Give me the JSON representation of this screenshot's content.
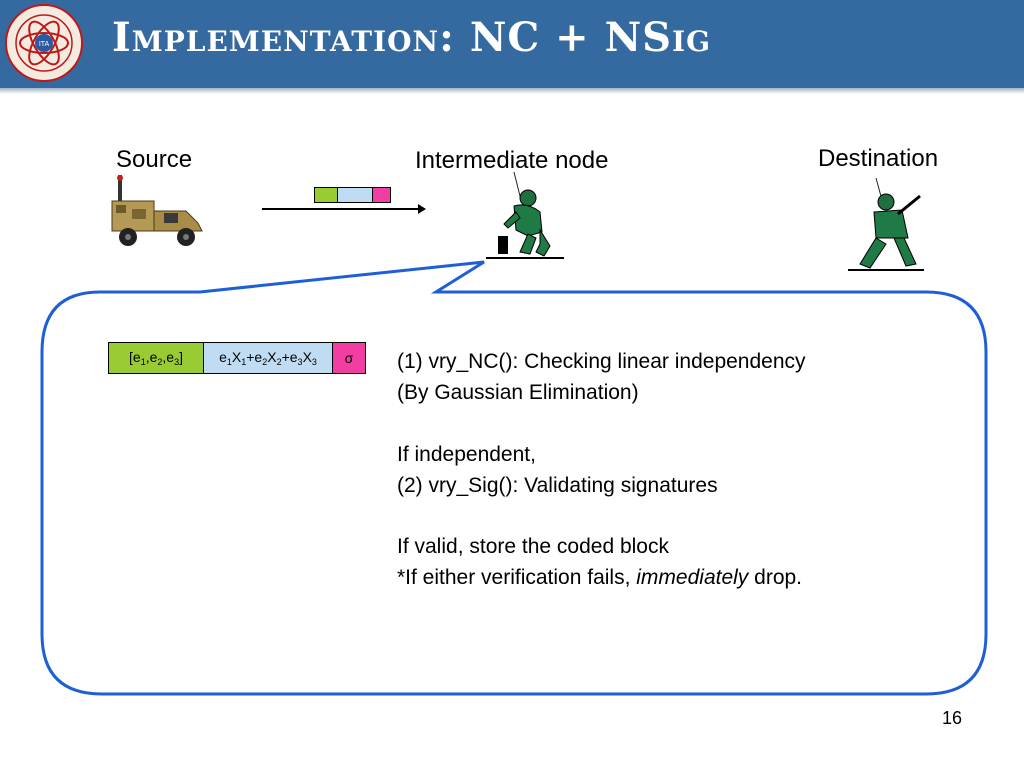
{
  "slide": {
    "title": "Implementation: NC + NSig",
    "page_number": "16"
  },
  "nodes": {
    "source": "Source",
    "intermediate": "Intermediate node",
    "destination": "Destination"
  },
  "packet_header": {
    "coeffs": [
      "[e",
      "1",
      ",e",
      "2",
      ",e",
      "3",
      "]"
    ],
    "combination": [
      "e",
      "1",
      "X",
      "1",
      "+e",
      "2",
      "X",
      "2",
      "+e",
      "3",
      "X",
      "3"
    ],
    "signature": "σ"
  },
  "steps": {
    "step1": "(1) vry_NC(): Checking linear independency",
    "step1_note": "(By Gaussian Elimination)",
    "cond1": "If independent,",
    "step2": "(2) vry_Sig(): Validating signatures",
    "cond2": "If valid, store the coded block",
    "fail_prefix": "*If either verification fails, ",
    "fail_emph": "immediately",
    "fail_suffix": " drop."
  },
  "colors": {
    "title_bar": "#346aa0",
    "callout_border": "#1f5fd6",
    "coeff_cell": "#99cc33",
    "combo_cell": "#c0dcf2",
    "sig_cell": "#f23ea3"
  }
}
